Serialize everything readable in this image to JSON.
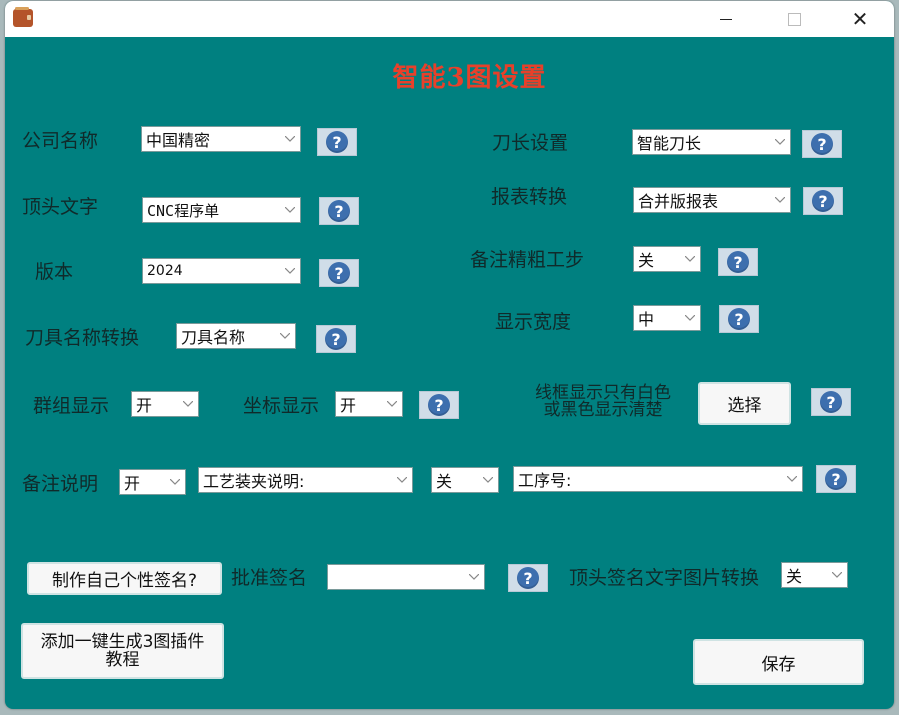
{
  "window": {
    "title": "",
    "controls": {
      "minimize": "minimize",
      "maximize": "maximize",
      "close": "✕"
    }
  },
  "header": {
    "title": "智能3图设置"
  },
  "colors": {
    "background": "#008080",
    "title": "#e8402a",
    "help_icon": "#3d6fae"
  },
  "left": {
    "company_name": {
      "label": "公司名称",
      "value": "中国精密"
    },
    "header_text": {
      "label": "顶头文字",
      "value": "CNC程序单"
    },
    "version": {
      "label": "版本",
      "value": "2024"
    },
    "tool_name_convert": {
      "label": "刀具名称转换",
      "value": "刀具名称"
    },
    "group_display": {
      "label": "群组显示",
      "value": "开"
    },
    "coord_display": {
      "label": "坐标显示",
      "value": "开"
    }
  },
  "right": {
    "tool_length": {
      "label": "刀长设置",
      "value": "智能刀长"
    },
    "report_convert": {
      "label": "报表转换",
      "value": "合并版报表"
    },
    "note_finish_rough": {
      "label": "备注精粗工步",
      "value": "关"
    },
    "display_width": {
      "label": "显示宽度",
      "value": "中"
    },
    "wireframe": {
      "label_line1": "线框显示只有白色",
      "label_line2": "或黑色显示清楚",
      "button": "选择"
    }
  },
  "notes": {
    "label": "备注说明",
    "toggle1": "开",
    "field1": "工艺装夹说明:",
    "toggle2": "关",
    "field2": "工序号:"
  },
  "signature": {
    "make_button": "制作自己个性签名?",
    "approve_label": "批准签名",
    "approve_value": "",
    "header_sig_label": "顶头签名文字图片转换",
    "header_sig_value": "关"
  },
  "footer": {
    "tutorial_button_line1": "添加一键生成3图插件",
    "tutorial_button_line2": "教程",
    "save_button": "保存"
  },
  "help_icon": "?"
}
